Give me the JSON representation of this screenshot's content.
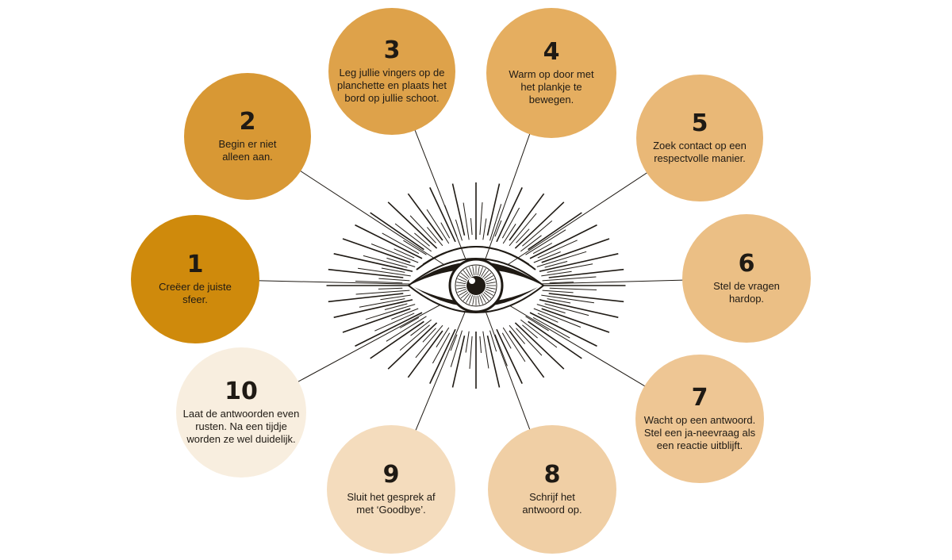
{
  "icon": "all-seeing-eye-icon",
  "colors": {
    "step1": "#cf8a0c",
    "step2": "#d89834",
    "step3": "#dea24a",
    "step4": "#e5ae60",
    "step5": "#e9b877",
    "step6": "#ebbf85",
    "step7": "#eec694",
    "step8": "#f0cfa5",
    "step9": "#f4dcbd",
    "step10": "#f8eedf",
    "lines": "#1f1a14"
  },
  "steps": [
    {
      "number": "1",
      "text": "Creëer de juiste sfeer."
    },
    {
      "number": "2",
      "text": "Begin er niet alleen aan."
    },
    {
      "number": "3",
      "text": "Leg jullie vingers op de planchette en plaats het bord op jullie schoot."
    },
    {
      "number": "4",
      "text": "Warm op door met het plankje te bewegen."
    },
    {
      "number": "5",
      "text": "Zoek contact op een respectvolle manier."
    },
    {
      "number": "6",
      "text": "Stel de vragen hardop."
    },
    {
      "number": "7",
      "text": "Wacht op een antwoord. Stel een ja-neevraag als een reactie uitblijft."
    },
    {
      "number": "8",
      "text": "Schrijf het antwoord op."
    },
    {
      "number": "9",
      "text": "Sluit het gesprek af met ‘Goodbye’."
    },
    {
      "number": "10",
      "text": "Laat de antwoorden even rusten. Na een tijdje worden ze wel duidelijk."
    }
  ]
}
